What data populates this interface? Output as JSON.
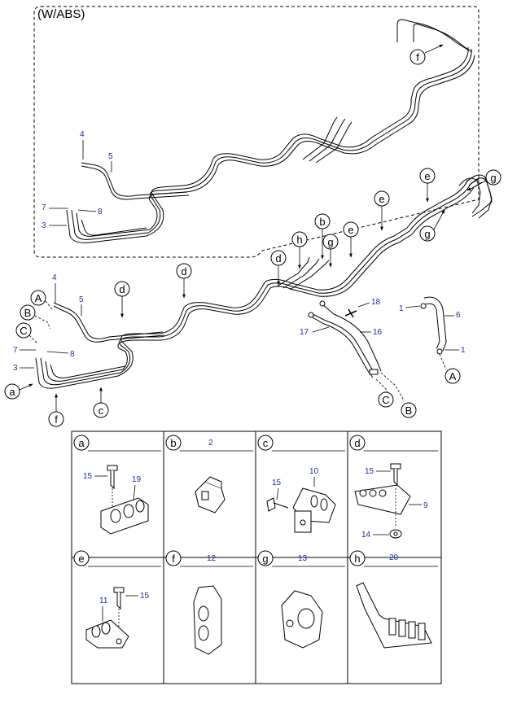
{
  "abs_section_label": "(W/ABS)",
  "part_numbers": {
    "p1": "1",
    "p2": "2",
    "p3": "3",
    "p4": "4",
    "p5": "5",
    "p6": "6",
    "p7": "7",
    "p8": "8",
    "p9": "9",
    "p10": "10",
    "p11": "11",
    "p12": "12",
    "p13": "13",
    "p14": "14",
    "p15": "15",
    "p16": "16",
    "p17": "17",
    "p18": "18",
    "p19": "19",
    "p20": "20"
  },
  "clip_letters": {
    "a": "a",
    "b": "b",
    "c": "c",
    "d": "d",
    "e": "e",
    "f": "f",
    "g": "g",
    "h": "h"
  },
  "connector_letters": {
    "A": "A",
    "B": "B",
    "C": "C"
  }
}
